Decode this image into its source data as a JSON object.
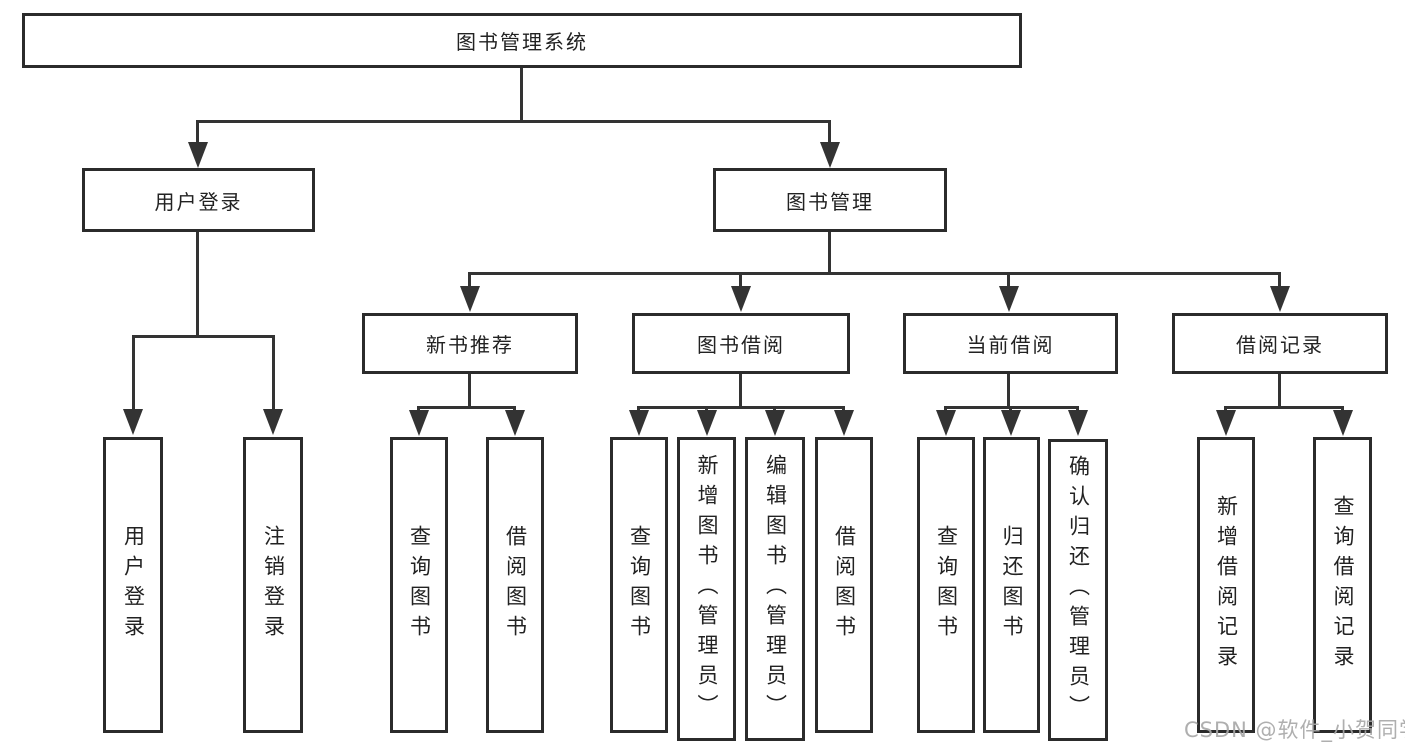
{
  "diagram": {
    "root": {
      "label": "图书管理系统",
      "children": [
        {
          "label": "用户登录",
          "children": [
            {
              "label": "用户登录"
            },
            {
              "label": "注销登录"
            }
          ]
        },
        {
          "label": "图书管理",
          "children": [
            {
              "label": "新书推荐",
              "children": [
                {
                  "label": "查询图书"
                },
                {
                  "label": "借阅图书"
                }
              ]
            },
            {
              "label": "图书借阅",
              "children": [
                {
                  "label": "查询图书"
                },
                {
                  "label": "新增图书（管理员）"
                },
                {
                  "label": "编辑图书（管理员）"
                },
                {
                  "label": "借阅图书"
                }
              ]
            },
            {
              "label": "当前借阅",
              "children": [
                {
                  "label": "查询图书"
                },
                {
                  "label": "归还图书"
                },
                {
                  "label": "确认归还（管理员）"
                }
              ]
            },
            {
              "label": "借阅记录",
              "children": [
                {
                  "label": "新增借阅记录"
                },
                {
                  "label": "查询借阅记录"
                }
              ]
            }
          ]
        }
      ]
    }
  },
  "watermark": {
    "text": "CSDN @软件_小贺同学"
  },
  "colors": {
    "line": "#333333",
    "box_border": "#2b2b2b",
    "text": "#222222",
    "watermark": "#a8a8a8",
    "background": "#ffffff"
  }
}
